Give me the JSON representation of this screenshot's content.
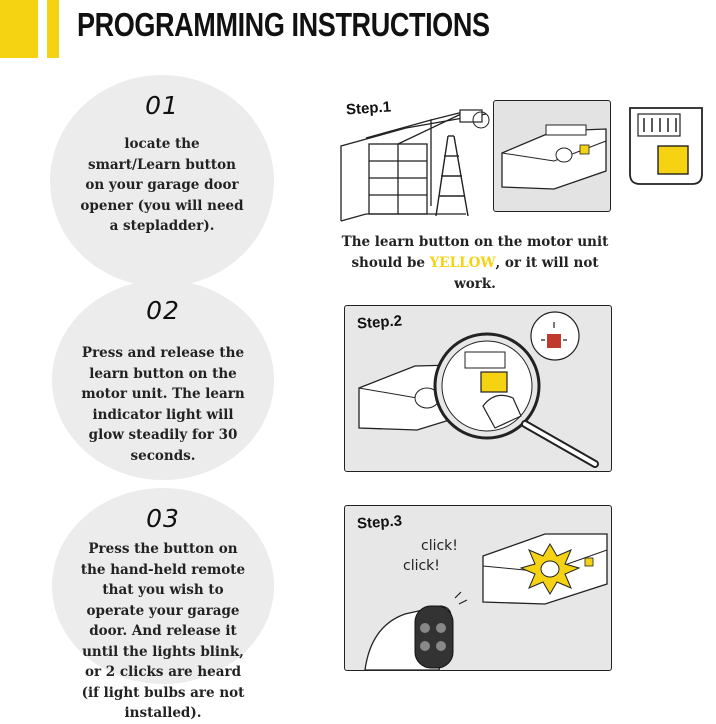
{
  "header": {
    "title": "PROGRAMMING INSTRUCTIONS"
  },
  "colors": {
    "accent": "#f5d312",
    "circle": "#ececec",
    "panel": "#e7e7e7"
  },
  "steps": [
    {
      "number": "01",
      "text": "locate the smart/Learn button on your garage door opener (you will need a stepladder).",
      "label": "Step.1"
    },
    {
      "number": "02",
      "text": "Press and release the learn button on the motor unit. The learn indicator light will glow steadily for 30 seconds.",
      "label": "Step.2"
    },
    {
      "number": "03",
      "text": "Press the button on the hand-held remote that you wish to operate your garage door. And release it until the lights blink, or 2 clicks are heard (if light bulbs are not installed).",
      "label": "Step.3"
    }
  ],
  "note": {
    "before": "The learn button on the motor unit should be ",
    "highlight": "YELLOW",
    "after": ", or it will not work."
  },
  "sounds": {
    "click1": "click!",
    "click2": "click!"
  }
}
